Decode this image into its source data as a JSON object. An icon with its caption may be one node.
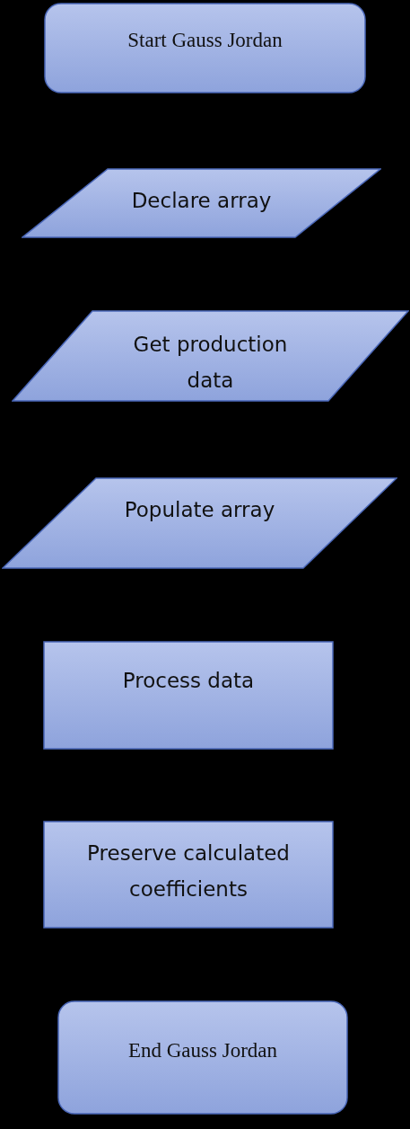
{
  "diagram": {
    "nodes": [
      {
        "text": [
          "Start Gauss Jordan"
        ]
      },
      {
        "text": [
          "Declare array"
        ]
      },
      {
        "text": [
          "Get production data"
        ]
      },
      {
        "text": [
          "Populate array"
        ]
      },
      {
        "text": [
          "Process data"
        ]
      },
      {
        "text": [
          "Preserve calculated coefficients"
        ]
      },
      {
        "text": [
          "End Gauss Jordan"
        ]
      }
    ]
  }
}
